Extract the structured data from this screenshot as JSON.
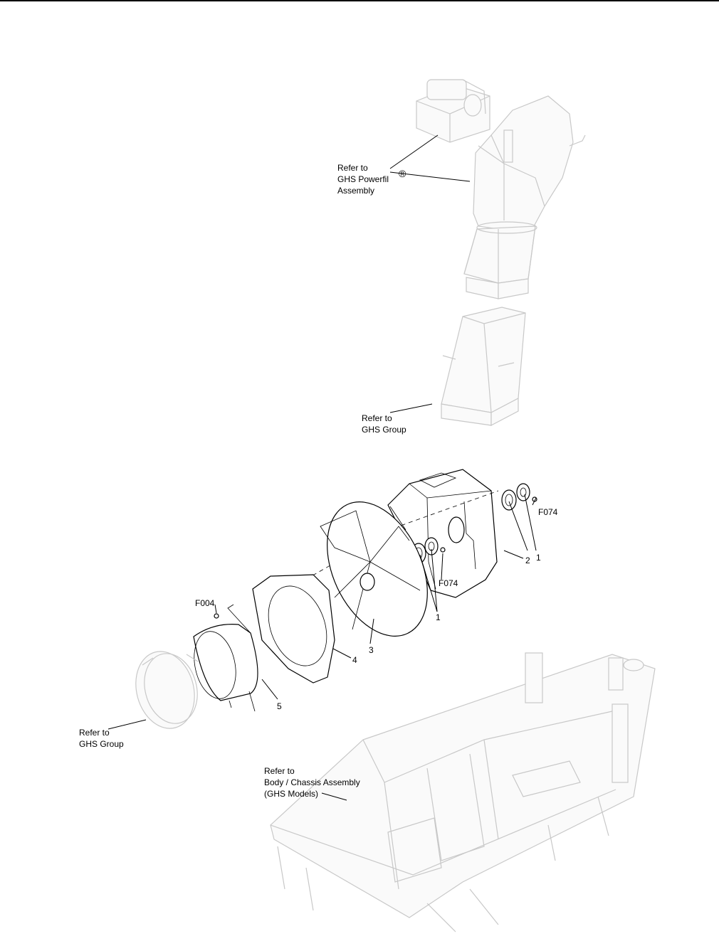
{
  "callouts": {
    "powerfill": {
      "line1": "Refer to",
      "line2": "GHS Powerfil",
      "mark": "®",
      "line3": "Assembly"
    },
    "ghs_group_upper": {
      "line1": "Refer to",
      "line2": "GHS Group"
    },
    "ghs_group_lower": {
      "line1": "Refer to",
      "line2": "GHS Group"
    },
    "chassis": {
      "line1": "Refer to",
      "line2": "Body / Chassis Assembly",
      "line3": "(GHS Models)"
    }
  },
  "part_numbers": {
    "f004": "F004",
    "f074_right": "F074",
    "f074_center": "F074",
    "item_1_center": "1",
    "item_1_right": "1",
    "item_2": "2",
    "item_3": "3",
    "item_4": "4",
    "item_5": "5"
  }
}
